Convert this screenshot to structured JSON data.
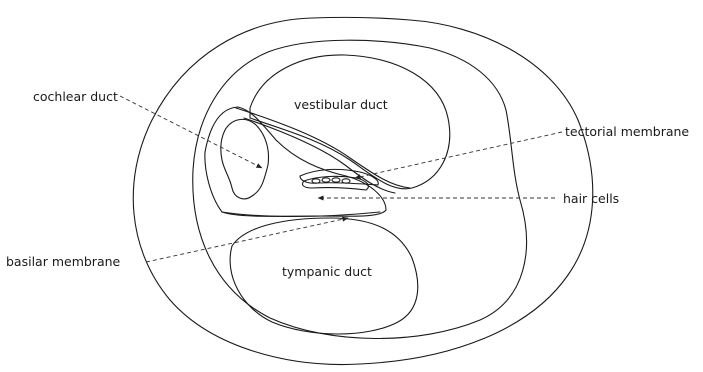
{
  "labels": {
    "cochlear_duct": "cochlear duct",
    "vestibular_duct": "vestibular duct",
    "tectorial_membrane": "tectorial membrane",
    "hair_cells": "hair cells",
    "basilar_membrane": "basilar membrane",
    "tympanic_duct": "tympanic duct"
  },
  "colors": {
    "stroke": "#1a1a1a",
    "background": "#ffffff"
  }
}
